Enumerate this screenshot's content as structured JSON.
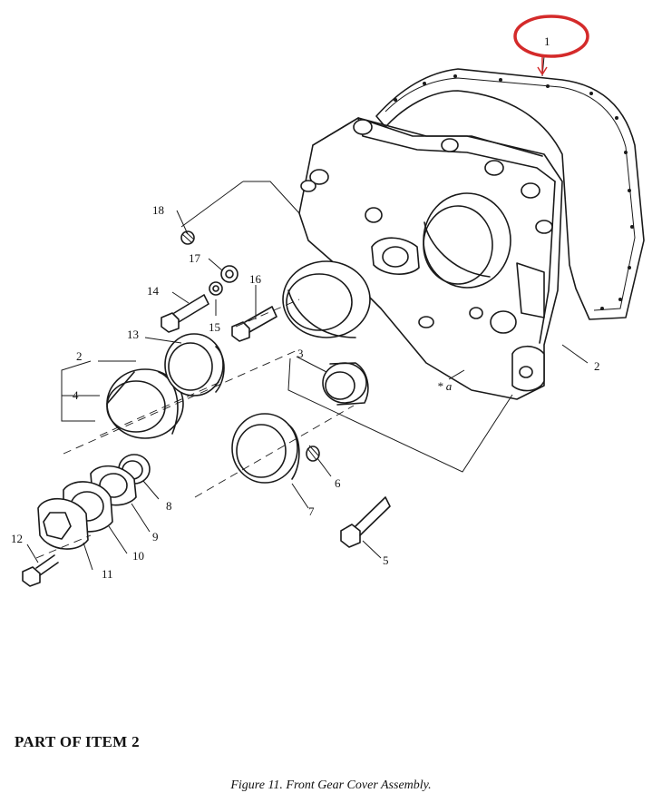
{
  "highlight_color": "#d42a2a",
  "callouts": {
    "c1": "1",
    "c2a": "2",
    "c2b": "2",
    "c3": "3",
    "c4": "4",
    "c5": "5",
    "c6": "6",
    "c7": "7",
    "c8": "8",
    "c9": "9",
    "c10": "10",
    "c11": "11",
    "c12": "12",
    "c13": "13",
    "c14": "14",
    "c15": "15",
    "c16": "16",
    "c17": "17",
    "c18": "18",
    "note": "* a"
  },
  "footer": {
    "part_of_item": "PART OF ITEM 2",
    "caption": "Figure 11.  Front Gear Cover Assembly."
  }
}
